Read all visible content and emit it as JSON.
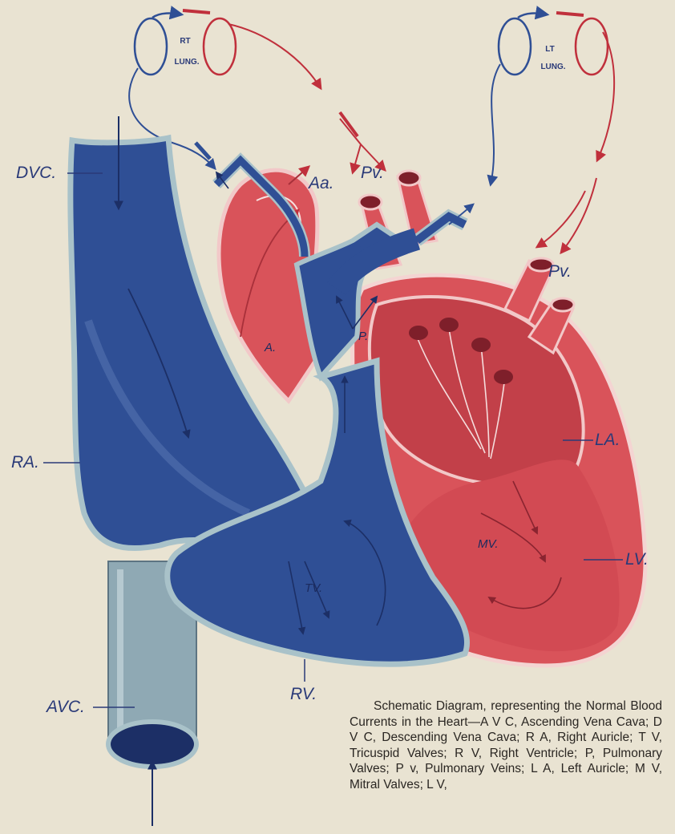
{
  "labels": {
    "rt_lung_1": "RT",
    "rt_lung_2": "LUNG.",
    "lt_lung_1": "LT",
    "lt_lung_2": "LUNG.",
    "dvc": "DVC.",
    "aa": "Aa.",
    "pv_top": "Pv.",
    "pv_right": "Pv.",
    "a": "A.",
    "p": "P.",
    "ra": "RA.",
    "la": "LA.",
    "lv": "LV.",
    "mv": "MV.",
    "tv": "TV.",
    "rv": "RV.",
    "avc": "AVC."
  },
  "caption": "Schematic Diagram, representing the Normal Blood Currents in the Heart—A V C, Ascending Vena Cava; D V C, Descending Vena Cava; R A, Right Auricle; T V, Tricuspid Valves; R V, Right Ventricle; P, Pulmonary Valves; P v, Pulmonary Veins; L A, Left Auricle; M V, Mitral Valves; L V,",
  "colors": {
    "paper": "#e9e3d2",
    "venous_blue": "#2f4f95",
    "venous_dark": "#1c2f66",
    "wall_light_blue": "#a9c2c9",
    "arterial_red": "#d9535a",
    "arterial_dark": "#a8303a",
    "label_ink": "#2a3a78"
  }
}
